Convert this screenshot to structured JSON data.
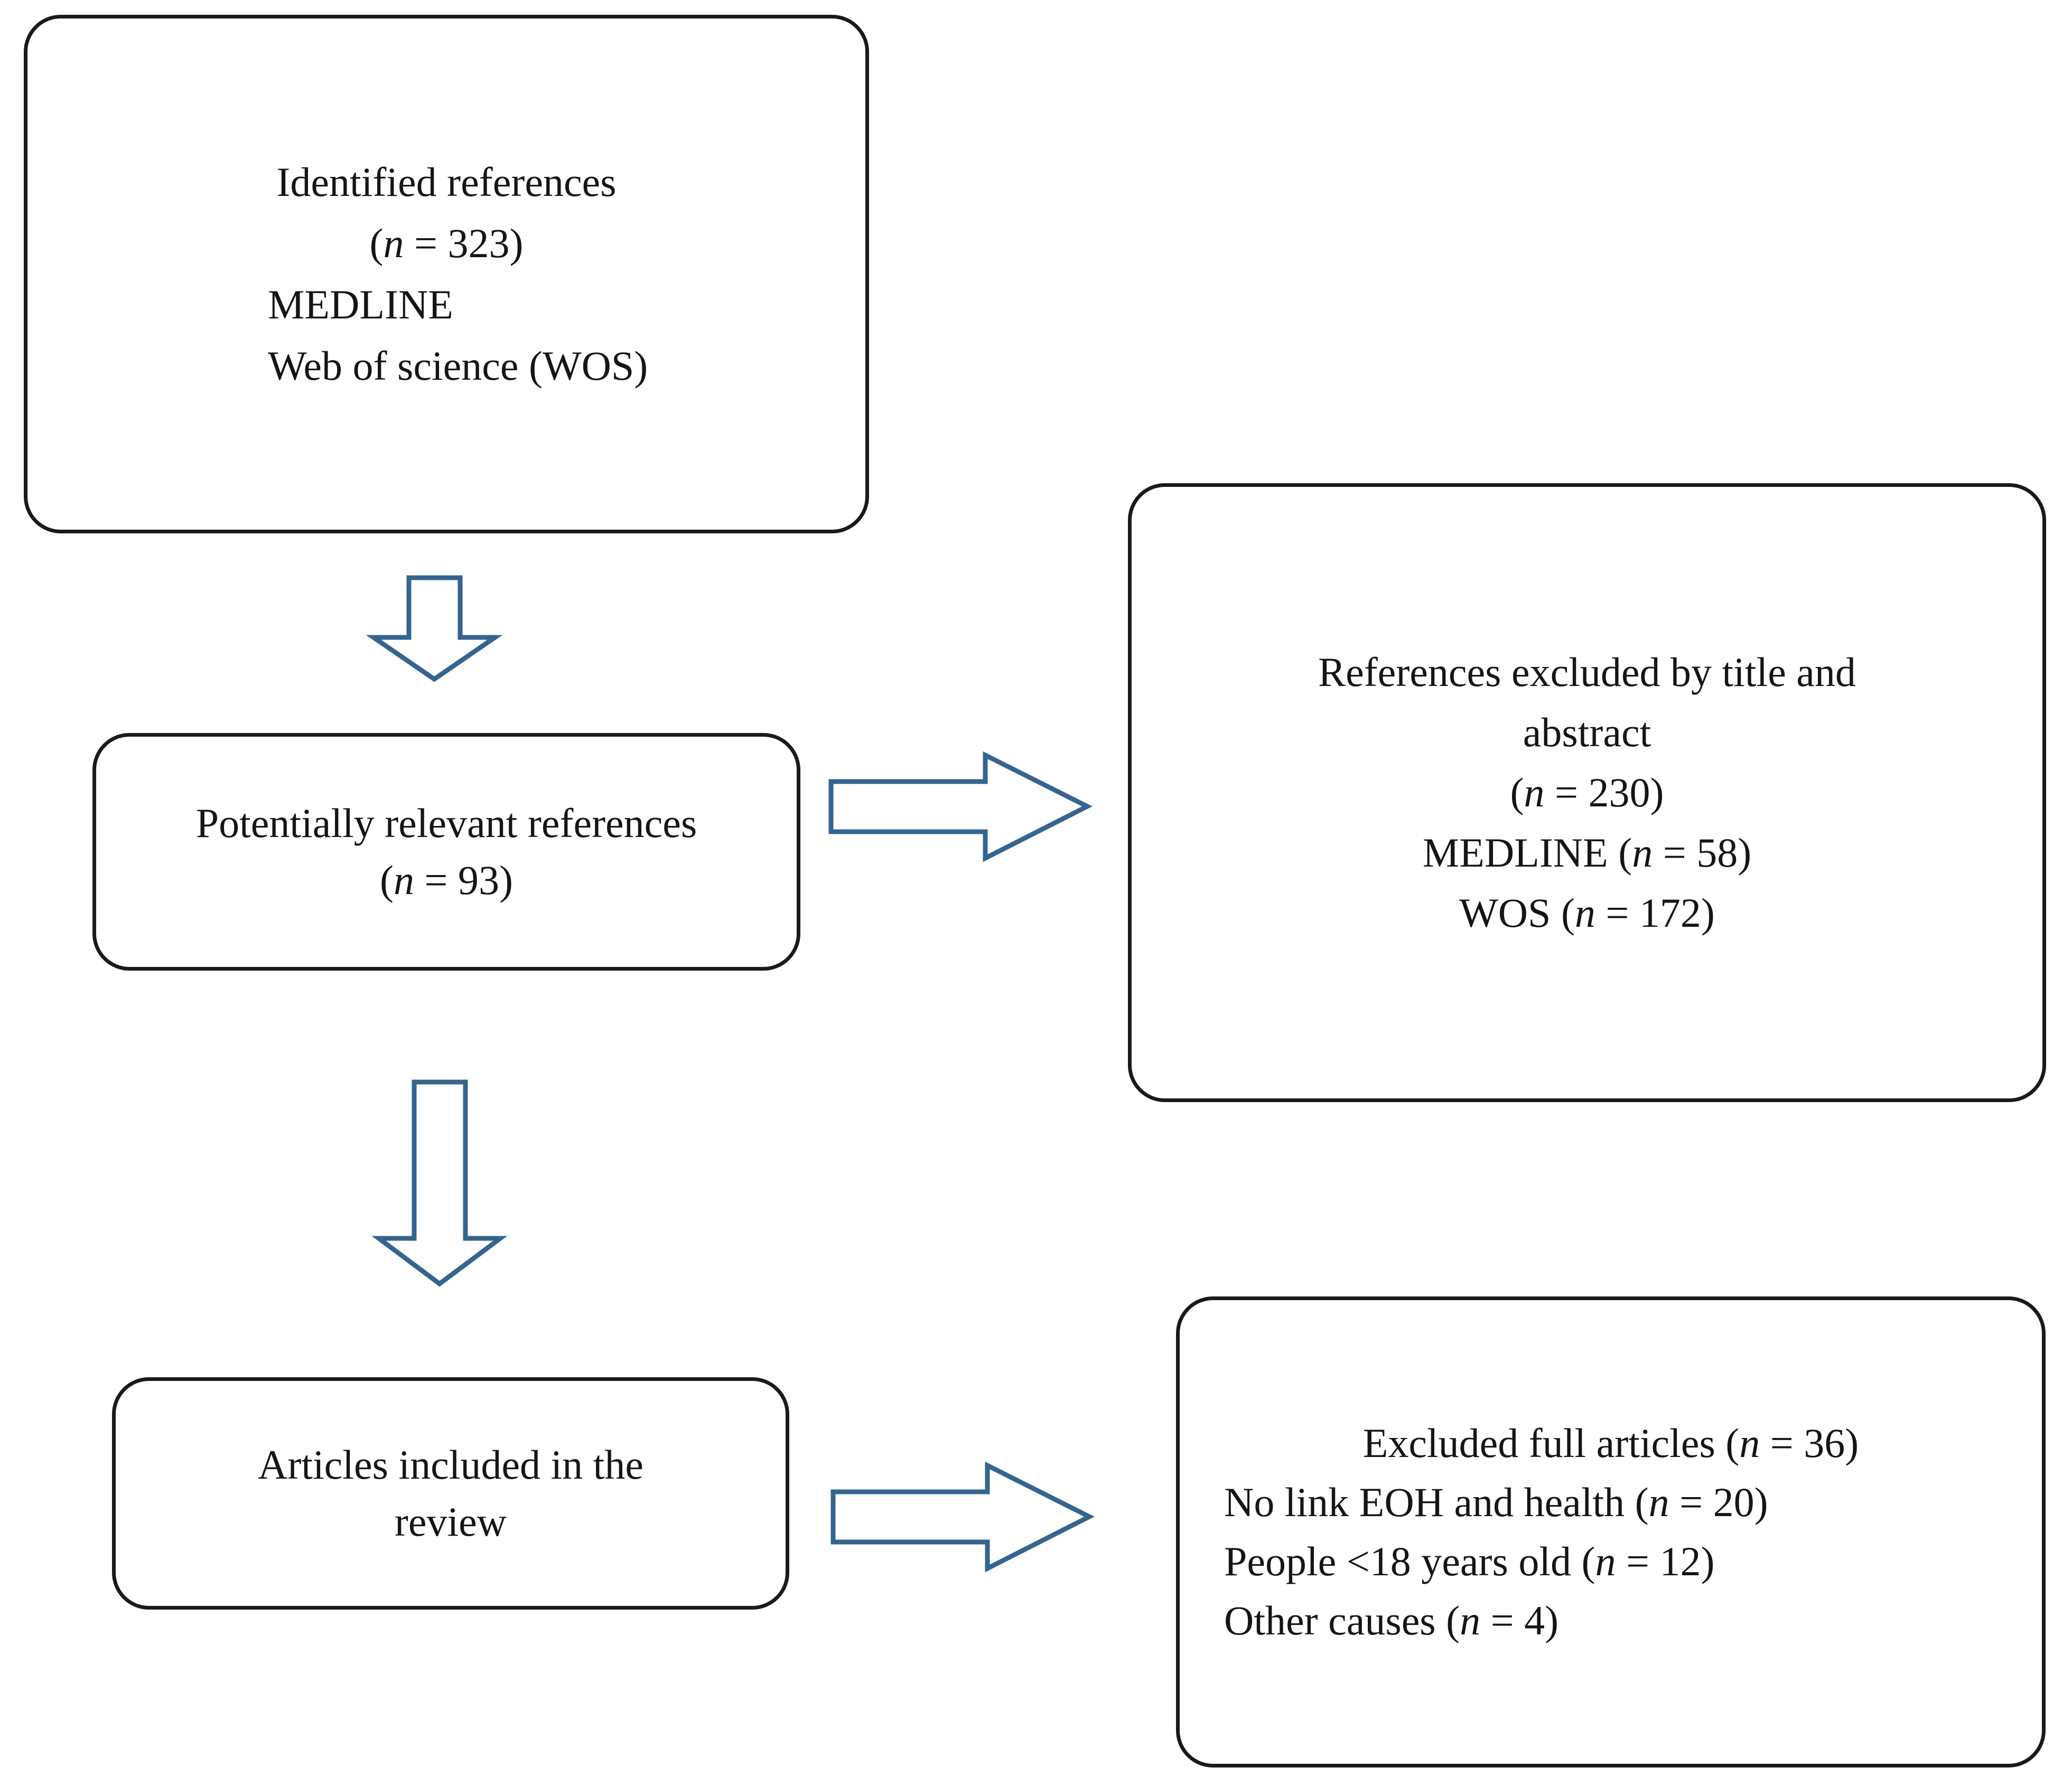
{
  "diagram": {
    "type": "prisma-flow-diagram",
    "title": "Study selection flow diagram",
    "accent_color": "#35658f",
    "box_border_color": "#1a1a1a",
    "text_color": "#151515",
    "background_color": "#ffffff"
  },
  "boxes": {
    "identified": {
      "name": "Identified references",
      "lines": [
        {
          "text": "Identified references",
          "align": "center"
        },
        {
          "text": "(n = 323)",
          "align": "center",
          "italic_token": "n"
        },
        {
          "text": "MEDLINE",
          "align": "left"
        },
        {
          "text": "Web of science (WOS)",
          "align": "left"
        }
      ],
      "count_label": "(n = 323)",
      "count_value": 323,
      "sources": [
        "MEDLINE",
        "Web of science (WOS)"
      ]
    },
    "excluded_title_abstract": {
      "name": "References excluded by title and abstract",
      "lines": [
        {
          "text": "References excluded by title and",
          "align": "center"
        },
        {
          "text": "abstract",
          "align": "center"
        },
        {
          "text": "(n = 230)",
          "align": "center",
          "italic_token": "n"
        },
        {
          "text": "MEDLINE (n = 58)",
          "align": "center",
          "italic_token": "n"
        },
        {
          "text": "WOS (n = 172)",
          "align": "center",
          "italic_token": "n"
        }
      ],
      "count_label": "(n = 230)",
      "count_value": 230,
      "breakdown": [
        {
          "source": "MEDLINE",
          "label": "MEDLINE (n = 58)",
          "value": 58
        },
        {
          "source": "WOS",
          "label": "WOS (n = 172)",
          "value": 172
        }
      ]
    },
    "potentially_relevant": {
      "name": "Potentially relevant references",
      "lines": [
        {
          "text": "Potentially relevant references",
          "align": "center"
        },
        {
          "text": "(n = 93)",
          "align": "center",
          "italic_token": "n"
        }
      ],
      "count_label": "(n = 93)",
      "count_value": 93
    },
    "articles_included": {
      "name": "Articles included in the review",
      "lines": [
        {
          "text": "Articles included in the",
          "align": "center"
        },
        {
          "text": "review",
          "align": "center"
        }
      ]
    },
    "excluded_full_articles": {
      "name": "Excluded full articles",
      "lines": [
        {
          "text": "Excluded full articles (n = 36)",
          "align": "center",
          "italic_token": "n"
        },
        {
          "text": "No link EOH and health (n = 20)",
          "align": "left",
          "italic_token": "n"
        },
        {
          "text": "People <18 years old (n = 12)",
          "align": "left",
          "italic_token": "n"
        },
        {
          "text": "Other causes (n = 4)",
          "align": "left",
          "italic_token": "n"
        }
      ],
      "count_label": "(n = 36)",
      "count_value": 36,
      "reasons": [
        {
          "label": "No link EOH and health (n = 20)",
          "value": 20
        },
        {
          "label": "People <18 years old (n = 12)",
          "value": 12
        },
        {
          "label": "Other causes (n = 4)",
          "value": 4
        }
      ]
    }
  },
  "arrows": [
    {
      "name": "arrow-down-identified-to-potentially",
      "direction": "down",
      "from": "identified",
      "to": "potentially_relevant"
    },
    {
      "name": "arrow-right-potentially-to-excluded-title",
      "direction": "right",
      "from": "potentially_relevant",
      "to": "excluded_title_abstract"
    },
    {
      "name": "arrow-down-potentially-to-included",
      "direction": "down",
      "from": "potentially_relevant",
      "to": "articles_included"
    },
    {
      "name": "arrow-right-included-to-excluded-full",
      "direction": "right",
      "from": "articles_included",
      "to": "excluded_full_articles"
    }
  ],
  "text": {
    "b1_l1": "Identified references",
    "b1_l2_open": "(",
    "b1_l2_n": "n",
    "b1_l2_rest": " = 323)",
    "b1_l3": "MEDLINE",
    "b1_l4": "Web of science (WOS)",
    "b2_l1": "References excluded by title and",
    "b2_l2": "abstract",
    "b2_l3_open": "(",
    "b2_l3_n": "n",
    "b2_l3_rest": " = 230)",
    "b2_l4_pre": "MEDLINE (",
    "b2_l4_n": "n",
    "b2_l4_rest": " = 58)",
    "b2_l5_pre": "WOS (",
    "b2_l5_n": "n",
    "b2_l5_rest": " = 172)",
    "b3_l1": "Potentially relevant references",
    "b3_l2_open": "(",
    "b3_l2_n": "n",
    "b3_l2_rest": " = 93)",
    "b4_l1": "Articles included in the",
    "b4_l2": "review",
    "b5_l1_pre": "Excluded full articles (",
    "b5_l1_n": "n",
    "b5_l1_rest": " = 36)",
    "b5_l2_pre": "No link EOH and health (",
    "b5_l2_n": "n",
    "b5_l2_rest": " = 20)",
    "b5_l3_pre": "People <18 years old (",
    "b5_l3_n": "n",
    "b5_l3_rest": " = 12)",
    "b5_l4_pre": "Other causes (",
    "b5_l4_n": "n",
    "b5_l4_rest": " = 4)"
  }
}
